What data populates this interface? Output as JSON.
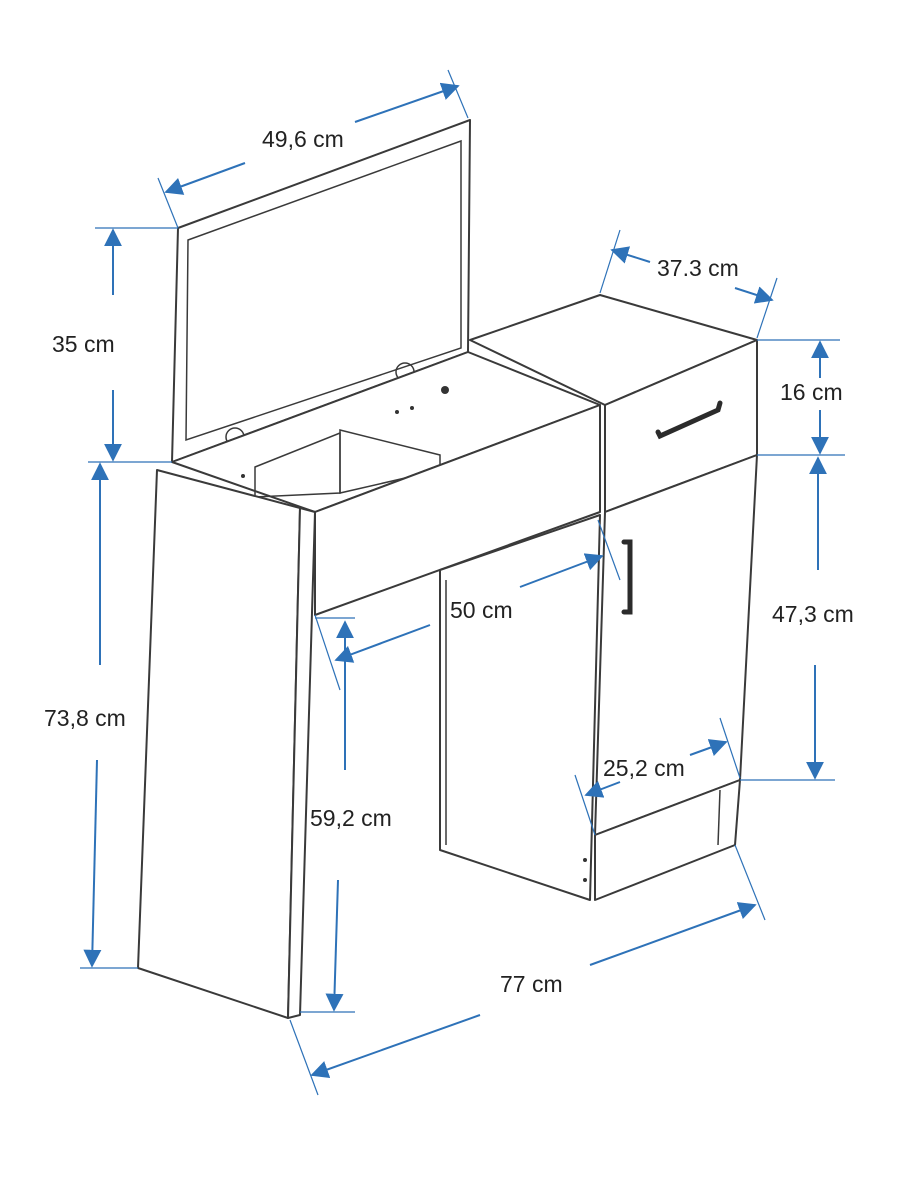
{
  "title": "Dressing table dimensions",
  "colors": {
    "dimension": "#2e72b8",
    "outline": "#3a3a3a"
  },
  "dimensions": {
    "mirror_width": "49,6 cm",
    "mirror_height": "35 cm",
    "cabinet_depth": "37.3 cm",
    "drawer_height": "16 cm",
    "door_height": "47,3 cm",
    "desk_depth": "50 cm",
    "total_height": "73,8 cm",
    "knee_height": "59,2 cm",
    "door_width": "25,2 cm",
    "total_width": "77 cm"
  }
}
